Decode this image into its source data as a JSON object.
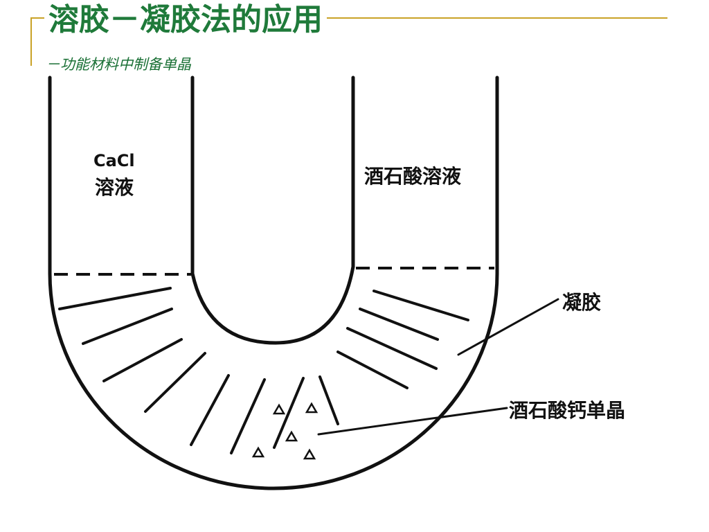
{
  "slide": {
    "title": "溶胶－凝胶法的应用",
    "subtitle": "－功能材料中制备单晶"
  },
  "diagram": {
    "left_solution_line1": "CaCl",
    "left_solution_line2": "溶液",
    "right_solution": "酒石酸溶液",
    "gel_label": "凝胶",
    "crystal_label": "酒石酸钙单晶"
  },
  "colors": {
    "title": "#1f7a3a",
    "accent_line": "#c9a227",
    "ink": "#111111"
  }
}
